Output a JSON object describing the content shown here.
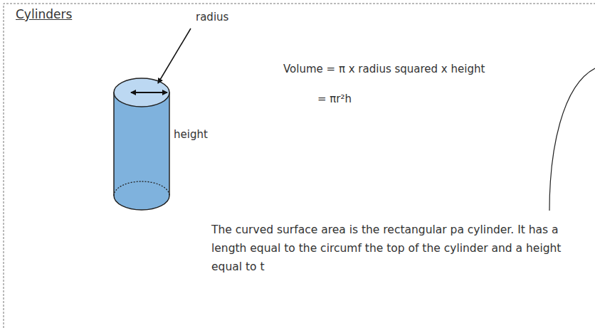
{
  "diagram": {
    "title": "Cylinders",
    "labels": [
      "radius",
      "height",
      "Volume = π x radius squared x height",
      "= πr²h",
      "The curved surface area is the rectangular pa cylinder. It has a length equal to the circumf the top of the cylinder and a height equal to t"
    ]
  }
}
